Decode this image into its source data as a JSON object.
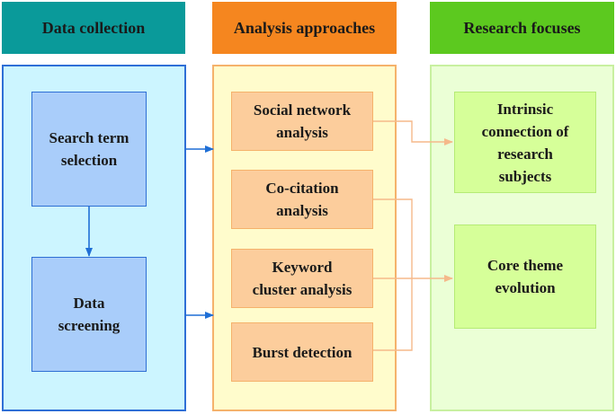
{
  "colors": {
    "header_teal": "#0a9a9a",
    "header_orange": "#f5861f",
    "header_green": "#5cc91f",
    "panel_blue_bg": "#ccf5ff",
    "panel_blue_border": "#2f6fd6",
    "box_blue_bg": "#a9cdfa",
    "box_blue_border": "#2e6fd4",
    "panel_yellow_bg": "#fffccc",
    "panel_yellow_border": "#f5b26b",
    "box_orange_bg": "#fccd9c",
    "box_orange_border": "#f5b26b",
    "panel_green_bg": "#ebffd6",
    "panel_green_border": "#c8f0a0",
    "box_green_bg": "#d6ff99",
    "box_green_border": "#b5eb75",
    "arrow_blue": "#1f6fd6",
    "arrow_orange": "#f5b98a"
  },
  "headers": {
    "data_collection": "Data collection",
    "analysis_approaches": "Analysis approaches",
    "research_focuses": "Research focuses"
  },
  "collection": {
    "search_term": "Search term\nselection",
    "screening": "Data\nscreening"
  },
  "analysis": {
    "social_network": "Social network\nanalysis",
    "co_citation": "Co-citation\nanalysis",
    "keyword_cluster": "Keyword\ncluster analysis",
    "burst_detection": "Burst detection"
  },
  "focuses": {
    "intrinsic_connection": "Intrinsic\nconnection of\nresearch\nsubjects",
    "core_theme": "Core theme\nevolution"
  }
}
